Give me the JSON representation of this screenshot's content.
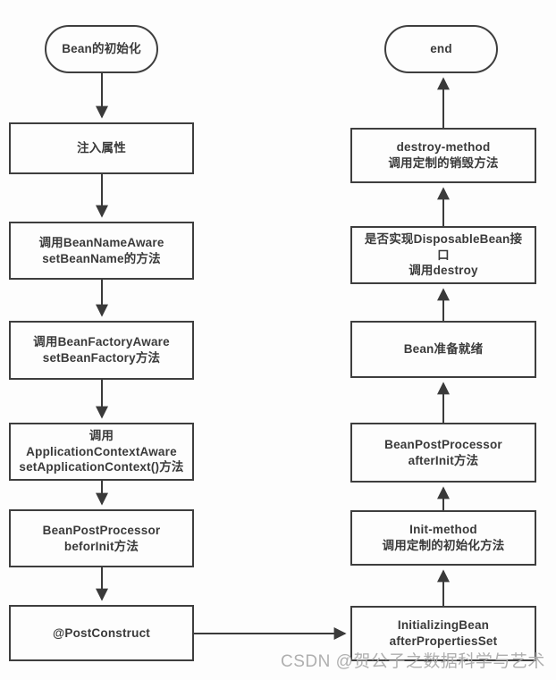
{
  "colors": {
    "page_bg": "#fdfdfd",
    "node_bg": "#fdfdfd",
    "node_border": "#3e3e3e",
    "text": "#3a3a3a",
    "arrow": "#3a3a3a",
    "watermark": "#a8a8a8"
  },
  "flowchart": {
    "nodes": [
      {
        "id": "start",
        "shape": "stadium",
        "label": "Bean的初始化"
      },
      {
        "id": "inject-properties",
        "shape": "rect",
        "label": "注入属性"
      },
      {
        "id": "bean-name-aware",
        "shape": "rect",
        "label": "调用BeanNameAware\nsetBeanName的方法"
      },
      {
        "id": "bean-factory-aware",
        "shape": "rect",
        "label": "调用BeanFactoryAware\nsetBeanFactory方法"
      },
      {
        "id": "application-context-aware",
        "shape": "rect",
        "label": "调用\nApplicationContextAware\nsetApplicationContext()方法"
      },
      {
        "id": "before-init",
        "shape": "rect",
        "label": "BeanPostProcessor\nbeforInit方法"
      },
      {
        "id": "post-construct",
        "shape": "rect",
        "label": "@PostConstruct"
      },
      {
        "id": "end",
        "shape": "stadium",
        "label": "end"
      },
      {
        "id": "destroy-method",
        "shape": "rect",
        "label": "destroy-method\n调用定制的销毁方法"
      },
      {
        "id": "disposable-bean",
        "shape": "rect",
        "label": "是否实现DisposableBean接\n口\n调用destroy"
      },
      {
        "id": "bean-ready",
        "shape": "rect",
        "label": "Bean准备就绪"
      },
      {
        "id": "after-init",
        "shape": "rect",
        "label": "BeanPostProcessor\nafterInit方法"
      },
      {
        "id": "init-method",
        "shape": "rect",
        "label": "Init-method\n调用定制的初始化方法"
      },
      {
        "id": "initializing-bean",
        "shape": "rect",
        "label": "InitializingBean\nafterPropertiesSet"
      }
    ]
  },
  "watermark": {
    "text": "CSDN @贺公子之数据科学与艺术"
  }
}
